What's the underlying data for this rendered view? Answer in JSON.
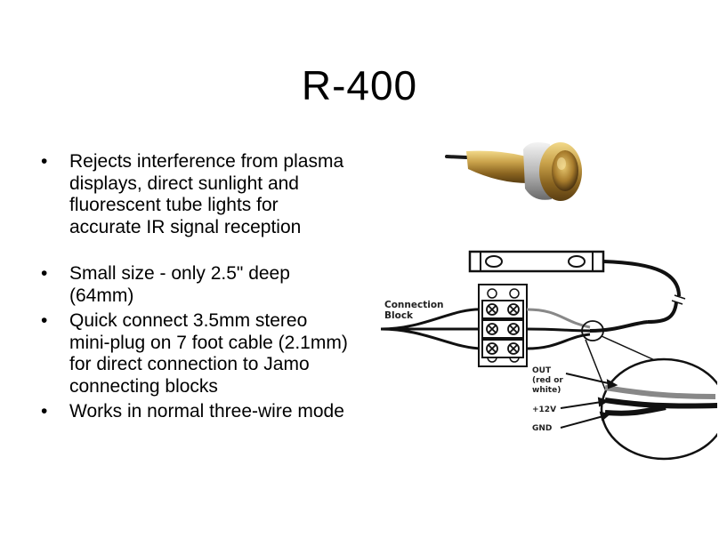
{
  "slide": {
    "title": "R-400",
    "bullets": [
      "Rejects interference from plasma displays, direct sunlight and fluorescent tube lights for accurate IR signal reception",
      "Small size - only 2.5\" deep (64mm)",
      "Quick connect 3.5mm stereo mini-plug on 7 foot cable (2.1mm) for direct connection to Jamo connecting blocks",
      "Works in normal three-wire mode"
    ],
    "bullet_symbol": "•"
  },
  "diagram": {
    "connection_block_line1": "Connection",
    "connection_block_line2": "Block",
    "out_line1": "OUT",
    "out_line2": "(red or",
    "out_line3": "white)",
    "plus12v": "+12V",
    "gnd": "GND"
  }
}
